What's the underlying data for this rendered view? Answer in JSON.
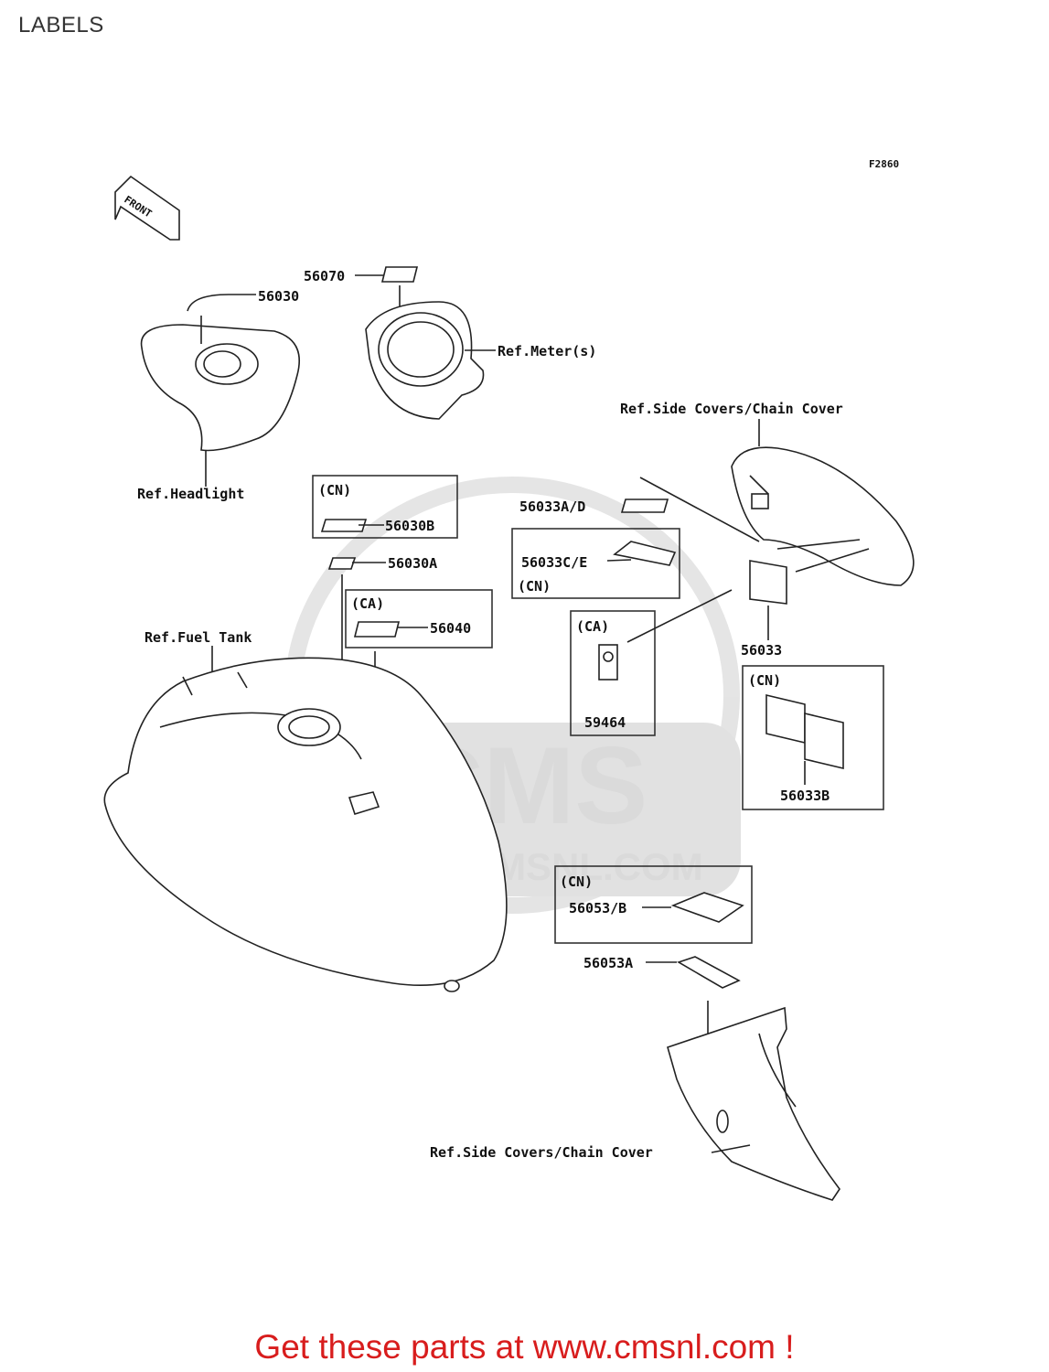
{
  "page": {
    "title": "LABELS"
  },
  "diagram": {
    "figure_code": "F2860",
    "front_label": "FRONT",
    "watermark": {
      "brand": "CMS",
      "url": "WWW.CMSNL.COM"
    },
    "part_numbers": {
      "p56070": "56070",
      "p56030": "56030",
      "p56030B": "56030B",
      "p56030A": "56030A",
      "p56040": "56040",
      "p56033AD": "56033A/D",
      "p56033CE": "56033C/E",
      "p59464": "59464",
      "p56033": "56033",
      "p56033B": "56033B",
      "p56053B": "56053/B",
      "p56053A": "56053A"
    },
    "references": {
      "meter": "Ref.Meter(s)",
      "headlight": "Ref.Headlight",
      "side_covers_top": "Ref.Side Covers/Chain Cover",
      "fuel_tank": "Ref.Fuel Tank",
      "side_covers_bottom": "Ref.Side Covers/Chain Cover"
    },
    "region_tags": {
      "cn_56030B": "(CN)",
      "ca_56040": "(CA)",
      "cn_56033CE": "(CN)",
      "ca_59464": "(CA)",
      "cn_56033B": "(CN)",
      "cn_56053B": "(CN)"
    }
  },
  "footer": {
    "cta": "Get these parts at www.cmsnl.com !"
  }
}
